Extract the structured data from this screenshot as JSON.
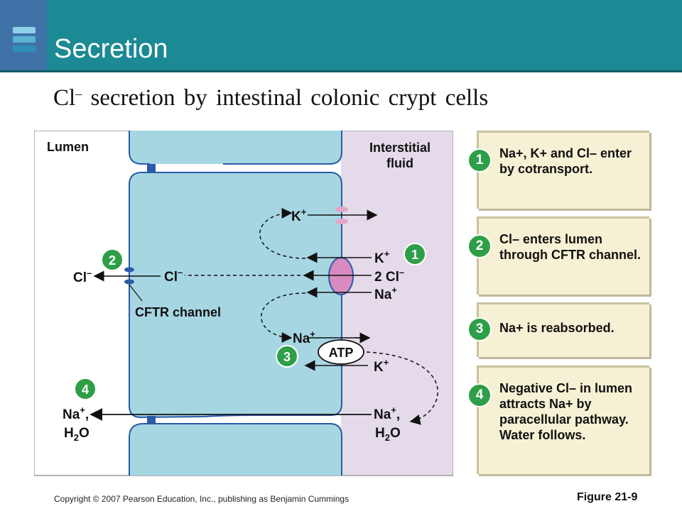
{
  "header": {
    "title": "Secretion",
    "accent": "#1b8a94",
    "shade": "#3f73a8"
  },
  "subtitle": {
    "prefix": "Cl",
    "charge": "–",
    "rest": " secretion by intestinal colonic crypt cells"
  },
  "diagram": {
    "lumen_label": "Lumen",
    "interstitial_label_1": "Interstitial",
    "interstitial_label_2": "fluid",
    "cftr_label": "CFTR channel",
    "atp_label": "ATP",
    "markers": [
      "1",
      "2",
      "3",
      "4"
    ],
    "ions": {
      "k_out": "K",
      "k_in": "K",
      "cl2": "2 Cl",
      "na_in": "Na",
      "cl_cell": "Cl",
      "cl_lumen": "Cl",
      "na_pump": "Na",
      "k_pump": "K",
      "na_para_right": "Na",
      "na_para_left": "Na",
      "h2o": "H",
      "h2o_sub": "2",
      "h2o_o": "O",
      "plus": "+",
      "minus": "–",
      "comma": ","
    },
    "colors": {
      "cell": "#a7d6e3",
      "interstitial": "#e4daea",
      "membrane": "#2a5aa8",
      "cotransporter": "#d98bbf",
      "k_channel": "#e3a6c8",
      "marker": "#2f9e48"
    }
  },
  "steps": [
    {
      "number": "1",
      "text": "Na+, K+ and Cl– enter by cotransport."
    },
    {
      "number": "2",
      "text": "Cl– enters lumen through CFTR channel."
    },
    {
      "number": "3",
      "text": "Na+ is reabsorbed."
    },
    {
      "number": "4",
      "text": "Negative Cl– in lumen attracts Na+ by paracellular pathway. Water follows."
    }
  ],
  "footer": {
    "copyright": "Copyright © 2007 Pearson Education, Inc., publishing as Benjamin Cummings",
    "figure": "Figure 21-9"
  }
}
